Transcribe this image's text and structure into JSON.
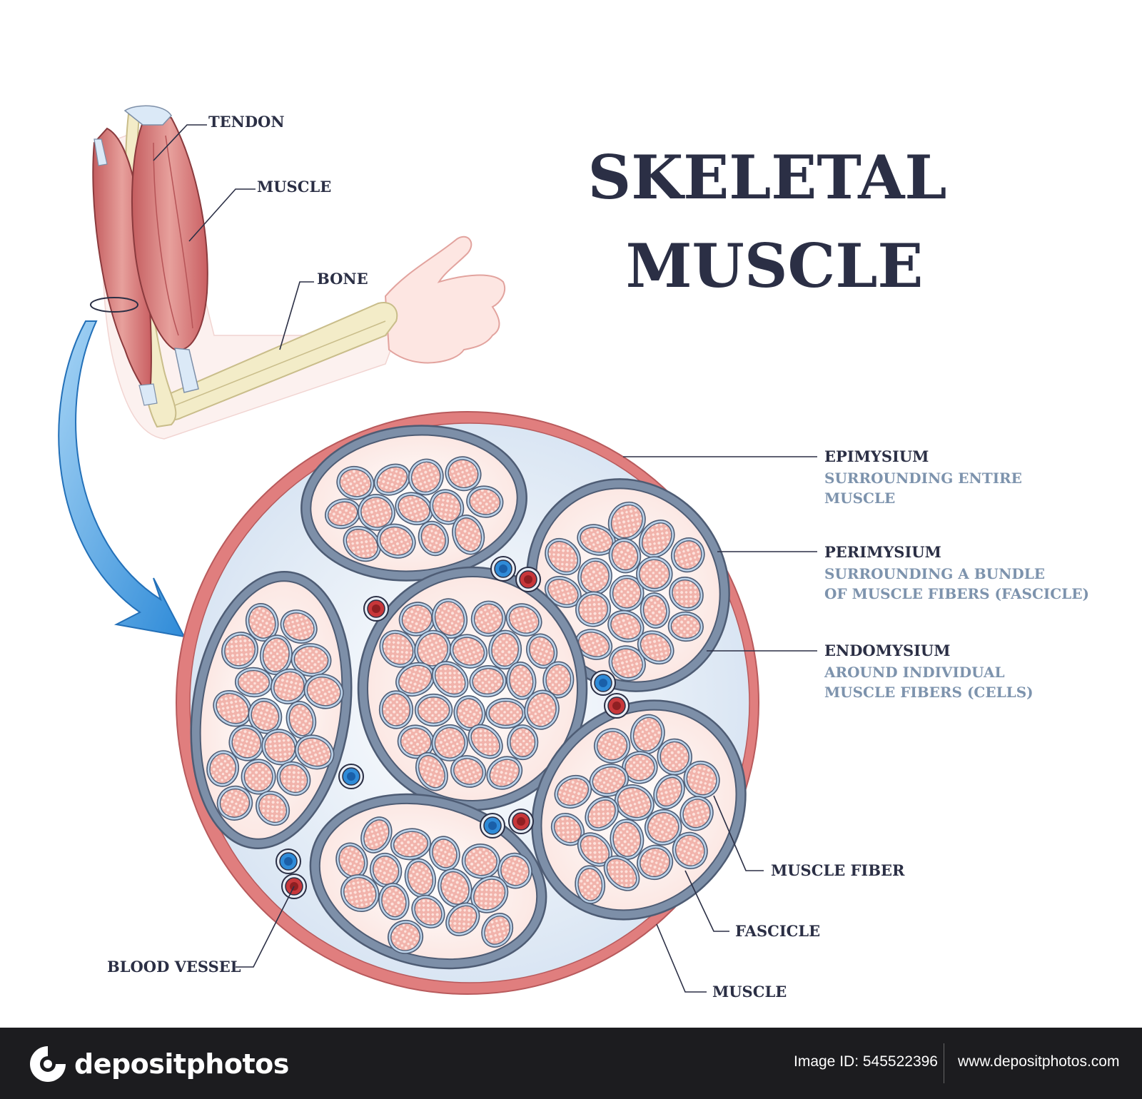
{
  "title": {
    "line1": "SKELETAL",
    "line2": "MUSCLE"
  },
  "arm_labels": {
    "tendon": "TENDON",
    "muscle": "MUSCLE",
    "bone": "BONE"
  },
  "layers": [
    {
      "name": "EPIMYSIUM",
      "desc1": "SURROUNDING ENTIRE",
      "desc2": "MUSCLE"
    },
    {
      "name": "PERIMYSIUM",
      "desc1": "SURROUNDING A BUNDLE",
      "desc2": "OF MUSCLE FIBERS (FASCICLE)"
    },
    {
      "name": "ENDOMYSIUM",
      "desc1": "AROUND INDIVIDUAL",
      "desc2": "MUSCLE FIBERS (CELLS)"
    }
  ],
  "section_labels": {
    "muscle_fiber": "MUSCLE FIBER",
    "fascicle": "FASCICLE",
    "muscle": "MUSCLE",
    "blood_vessel": "BLOOD VESSEL"
  },
  "footer": {
    "brand": "depositphotos",
    "image_id": "Image ID: 545522396",
    "url": "www.depositphotos.com"
  },
  "colors": {
    "muscle_red": "#d9787a",
    "epimysium": "#e07e7e",
    "perimysium": "#7d8fa8",
    "fiber_fill": "#f0b5b0",
    "vein_blue": "#2f8bd8",
    "artery_red": "#c8373a",
    "arrow_blue": "#2f8bd8",
    "text_dark": "#2b2f45",
    "text_sub": "#7d93ad",
    "footer_bg": "#1c1c1f"
  }
}
